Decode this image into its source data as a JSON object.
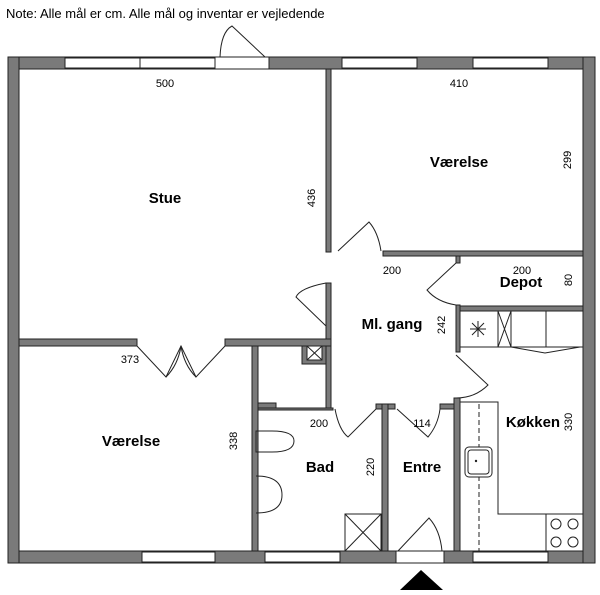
{
  "note": "Note: Alle mål er cm. Alle mål og inventar er vejledende",
  "rooms": {
    "stue": {
      "label": "Stue",
      "width": "500",
      "depth": "436"
    },
    "vaerelse_1": {
      "label": "Værelse",
      "width": "410",
      "depth": "299"
    },
    "depot": {
      "label": "Depot",
      "width": "200",
      "depth": "80"
    },
    "ml_gang": {
      "label": "Ml. gang",
      "width": "200",
      "depth": "242"
    },
    "vaerelse_2": {
      "label": "Værelse",
      "width": "373",
      "depth": "338"
    },
    "bad": {
      "label": "Bad",
      "width": "200",
      "depth": "220"
    },
    "entre": {
      "label": "Entre",
      "width": "114"
    },
    "koekken": {
      "label": "Køkken",
      "depth": "330"
    }
  }
}
